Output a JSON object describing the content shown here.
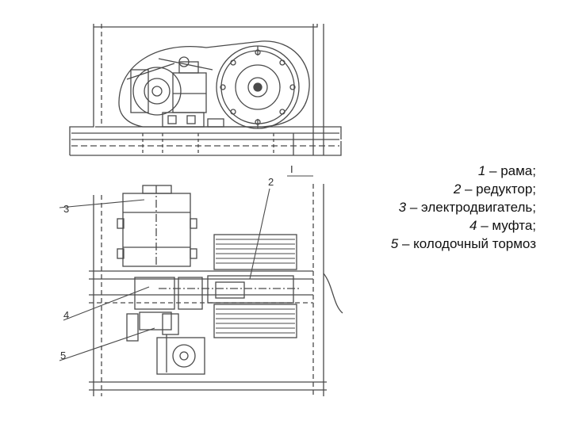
{
  "callouts": {
    "frame_marker": "I",
    "reducer_number": "2",
    "motor_number": "3",
    "coupling_number": "4",
    "brake_number": "5"
  },
  "legend": [
    {
      "num": "1",
      "text": " – рама;"
    },
    {
      "num": "2",
      "text": " – редуктор;"
    },
    {
      "num": "3",
      "text": " – электродвигатель;"
    },
    {
      "num": "4",
      "text": " – муфта;"
    },
    {
      "num": "5",
      "text": " – колодочный тормоз"
    }
  ],
  "colors": {
    "line": "#4a4a4a",
    "paper": "#ffffff"
  }
}
